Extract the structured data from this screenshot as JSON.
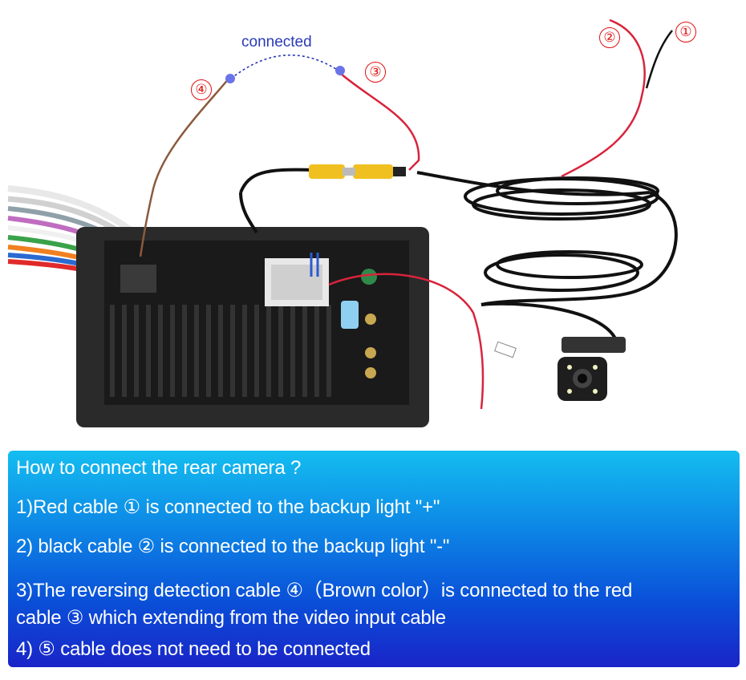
{
  "diagram": {
    "connected_label": "connected",
    "markers": {
      "m1": "①",
      "m2": "②",
      "m3": "③",
      "m4": "④"
    },
    "colors": {
      "red_wire": "#d8243c",
      "brown_wire": "#8b5a3c",
      "black_cable": "#111111",
      "rca_yellow": "#f0c020",
      "marker_red": "#e01010",
      "dot_blue": "#6a74e8"
    }
  },
  "panel": {
    "heading": "How to connect the rear camera ?",
    "step1": "1)Red cable ① is connected to the backup light \"+\"",
    "step2": "2) black cable ② is connected to the backup light \"-\"",
    "step3a": "3)The reversing detection cable ④（Brown color）is connected to the red",
    "step3b": "cable ③ which extending from the video input cable",
    "step4": "4) ⑤ cable does not need to be connected",
    "colors": {
      "gradient_top": "#14bdf0",
      "gradient_bottom": "#1a24c8",
      "text": "#ffffff"
    }
  }
}
